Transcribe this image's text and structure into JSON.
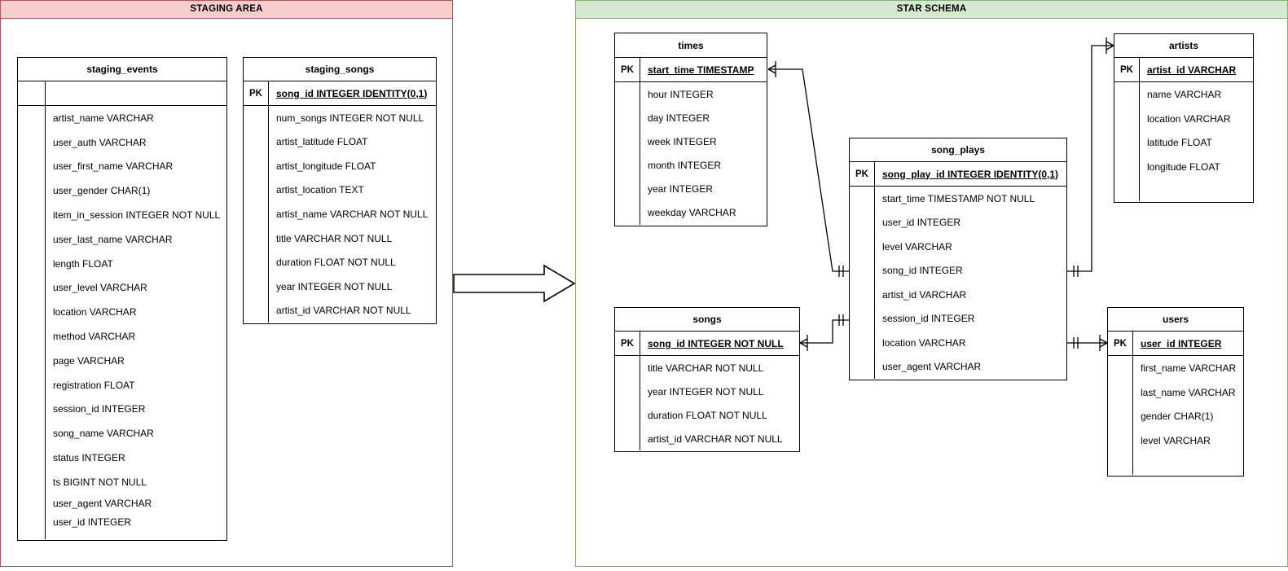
{
  "regions": {
    "staging": {
      "title": "STAGING AREA",
      "border_color": "#b85450",
      "header_color": "#f8cecc"
    },
    "star": {
      "title": "STAR SCHEMA",
      "border_color": "#82b366",
      "header_color": "#d5e8d4"
    }
  },
  "flow_arrow": {
    "name": "etl-flow-arrow",
    "direction": "right"
  },
  "entities": {
    "staging_events": {
      "title": "staging_events",
      "key_label": "",
      "pk_field": "",
      "fields": [
        "artist_name VARCHAR",
        "user_auth VARCHAR",
        "user_first_name VARCHAR",
        "user_gender CHAR(1)",
        "item_in_session INTEGER NOT NULL",
        "user_last_name VARCHAR",
        "length FLOAT",
        "user_level VARCHAR",
        "location VARCHAR",
        "method VARCHAR",
        "page VARCHAR",
        "registration FLOAT",
        "session_id INTEGER",
        "song_name VARCHAR",
        "status INTEGER",
        "ts BIGINT NOT NULL",
        "user_agent VARCHAR",
        "user_id INTEGER"
      ]
    },
    "staging_songs": {
      "title": "staging_songs",
      "key_label": "PK",
      "pk_field": "song_id INTEGER IDENTITY(0,1)",
      "fields": [
        "num_songs INTEGER NOT NULL",
        "artist_latitude FLOAT",
        "artist_longitude FLOAT",
        "artist_location TEXT",
        "artist_name VARCHAR NOT NULL",
        "title VARCHAR NOT NULL",
        "duration FLOAT NOT NULL",
        "year INTEGER NOT NULL",
        "artist_id VARCHAR NOT NULL"
      ]
    },
    "times": {
      "title": "times",
      "key_label": "PK",
      "pk_field": "start_time TIMESTAMP",
      "fields": [
        "hour INTEGER",
        "day INTEGER",
        "week INTEGER",
        "month INTEGER",
        "year INTEGER",
        "weekday VARCHAR"
      ]
    },
    "songs": {
      "title": "songs",
      "key_label": "PK",
      "pk_field": "song_id INTEGER NOT NULL",
      "fields": [
        "title VARCHAR NOT NULL",
        "year INTEGER NOT NULL",
        "duration FLOAT NOT NULL",
        "artist_id VARCHAR NOT NULL"
      ]
    },
    "song_plays": {
      "title": "song_plays",
      "key_label": "PK",
      "pk_field": "song_play_id INTEGER IDENTITY(0,1)",
      "fields": [
        "start_time TIMESTAMP NOT NULL",
        "user_id INTEGER",
        "level VARCHAR",
        "song_id INTEGER",
        "artist_id VARCHAR",
        "session_id INTEGER",
        "location VARCHAR",
        "user_agent VARCHAR"
      ]
    },
    "artists": {
      "title": "artists",
      "key_label": "PK",
      "pk_field": "artist_id VARCHAR",
      "fields": [
        "name VARCHAR",
        "location VARCHAR",
        "latitude FLOAT",
        "longitude FLOAT"
      ]
    },
    "users": {
      "title": "users",
      "key_label": "PK",
      "pk_field": "user_id INTEGER",
      "fields": [
        "first_name VARCHAR",
        "last_name VARCHAR",
        "gender CHAR(1)",
        "level VARCHAR"
      ]
    }
  },
  "relationships": [
    {
      "name": "times-to-song-plays",
      "from": "times",
      "to": "song_plays",
      "from_cardinality": "crows-foot",
      "to_cardinality": "one-and-only-one"
    },
    {
      "name": "songs-to-song-plays",
      "from": "songs",
      "to": "song_plays",
      "from_cardinality": "crows-foot",
      "to_cardinality": "one-and-only-one"
    },
    {
      "name": "song-plays-to-artists",
      "from": "song_plays",
      "to": "artists",
      "from_cardinality": "one-and-only-one",
      "to_cardinality": "crows-foot"
    },
    {
      "name": "song-plays-to-users",
      "from": "song_plays",
      "to": "users",
      "from_cardinality": "one-and-only-one",
      "to_cardinality": "crows-foot"
    }
  ]
}
